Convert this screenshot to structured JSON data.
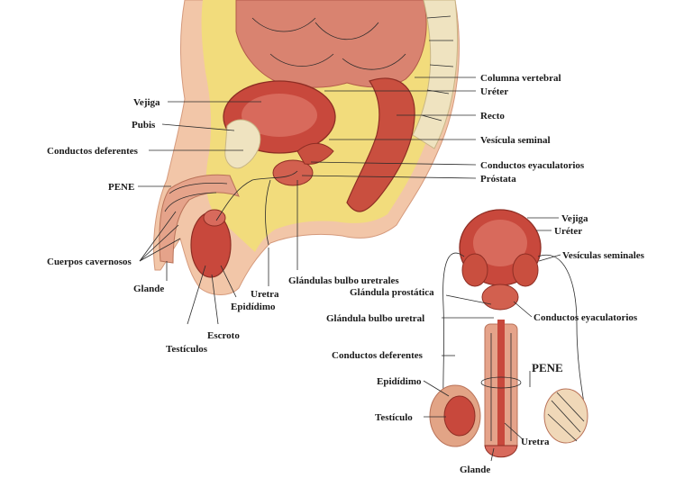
{
  "sagittal_view": {
    "right_labels": {
      "columna_vertebral": "Columna vertebral",
      "ureter": "Uréter",
      "recto": "Recto",
      "vesicula_seminal": "Vesícula seminal",
      "conductos_eyaculatorios": "Conductos eyaculatorios",
      "prostata": "Próstata"
    },
    "left_labels": {
      "vejiga": "Vejiga",
      "pubis": "Pubis",
      "conductos_deferentes": "Conductos deferentes",
      "pene": "PENE",
      "cuerpos_cavernosos": "Cuerpos cavernosos",
      "glande": "Glande"
    },
    "bottom_labels": {
      "testiculos": "Testículos",
      "escroto": "Escroto",
      "epididimo": "Epidídimo",
      "uretra": "Uretra",
      "glandulas_bulbo_uretrales": "Glándulas bulbo uretrales"
    }
  },
  "frontal_view": {
    "labels": {
      "vejiga": "Vejiga",
      "ureter": "Uréter",
      "vesiculas_seminales": "Vesículas seminales",
      "glandula_prostatica": "Glándula prostática",
      "glandula_bulbo_uretral": "Glándula bulbo uretral",
      "conductos_eyaculatorios": "Conductos eyaculatorios",
      "conductos_deferentes": "Conductos deferentes",
      "pene": "PENE",
      "epididimo": "Epidídimo",
      "testiculo": "Testículo",
      "uretra": "Uretra",
      "glande": "Glande"
    }
  },
  "colors": {
    "skin": "#f2c6a8",
    "skin_shadow": "#e2a486",
    "fat": "#f2dc7c",
    "intestine": "#d98370",
    "muscle": "#c94f3f",
    "organ": "#c8483c",
    "bone": "#efe3c0",
    "leader": "#2b2b2b"
  }
}
